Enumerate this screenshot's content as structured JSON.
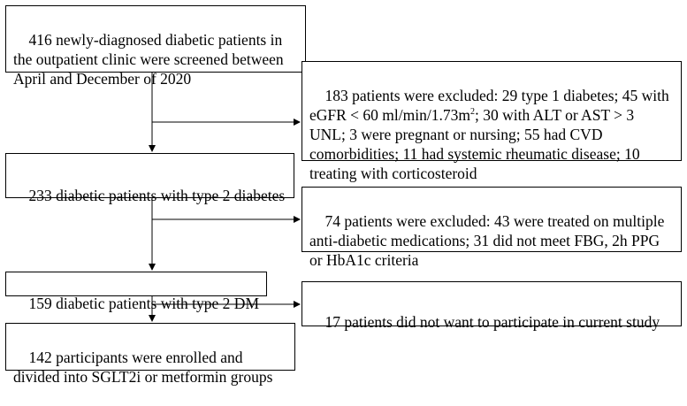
{
  "flowchart": {
    "box1": {
      "text": "416 newly-diagnosed diabetic patients in the outpatient clinic were screened between April and December of 2020"
    },
    "box2": {
      "text_before_sup": "183 patients were excluded: 29 type 1 diabetes; 45 with eGFR < 60 ml/min/1.73m",
      "sup": "2",
      "text_after_sup": "; 30 with ALT or AST > 3 UNL; 3 were pregnant or nursing; 55 had CVD comorbidities; 11 had systemic rheumatic disease; 10 treating with corticosteroid"
    },
    "box3": {
      "text": "233 diabetic patients with type 2 diabetes"
    },
    "box4": {
      "text": "74 patients were excluded: 43 were treated on multiple anti-diabetic medications; 31 did not meet FBG, 2h PPG or HbA1c criteria"
    },
    "box5": {
      "text": "159 diabetic patients with type 2 DM"
    },
    "box6": {
      "text": "17 patients did not want to participate in current study"
    },
    "box7": {
      "text": "142 participants were enrolled and divided into SGLT2i or metformin groups"
    }
  }
}
